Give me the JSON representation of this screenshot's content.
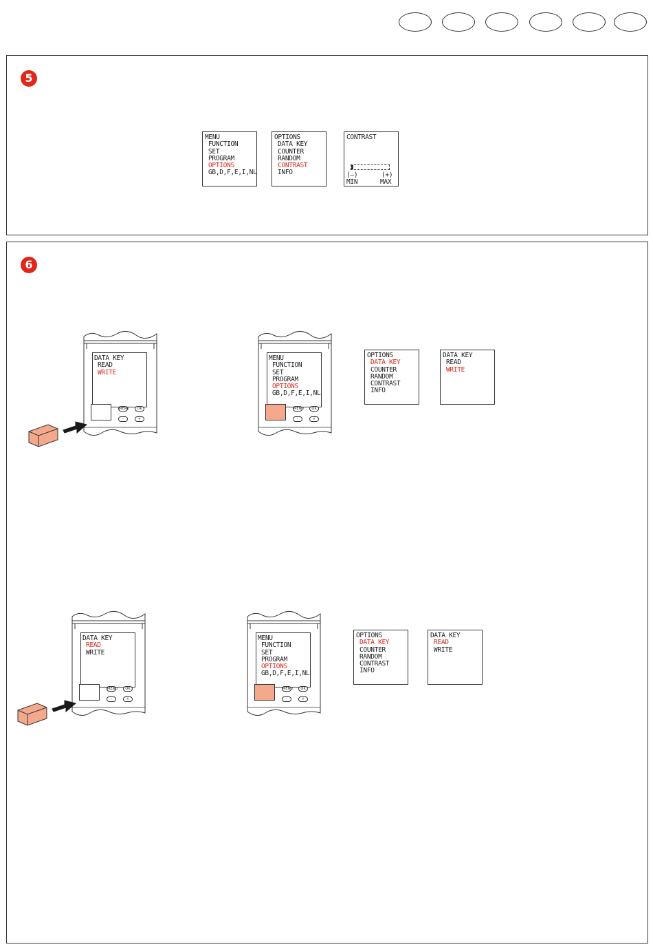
{
  "header": {
    "language_tabs": [
      "",
      "",
      "",
      "",
      "",
      ""
    ]
  },
  "step5": {
    "badge": "5",
    "screens": {
      "menu": {
        "title": "MENU",
        "items": [
          "FUNCTION",
          "SET",
          "PROGRAM",
          "OPTIONS",
          "GB,D,F,E,I,NL"
        ],
        "selected": "OPTIONS"
      },
      "options": {
        "title": "OPTIONS",
        "items": [
          "DATA KEY",
          "COUNTER",
          "RANDOM",
          "CONTRAST",
          "INFO"
        ],
        "selected": "CONTRAST"
      },
      "contrast": {
        "title": "CONTRAST",
        "minus": "(–)",
        "plus": "(+)",
        "min_label": "MIN",
        "max_label": "MAX",
        "level": 0.05
      }
    }
  },
  "step6": {
    "badge": "6",
    "write_row": {
      "device_key": {
        "title": "DATA KEY",
        "items": [
          "READ",
          "WRITE"
        ],
        "selected": "WRITE"
      },
      "device_menu": {
        "title": "MENU",
        "items": [
          "FUNCTION",
          "SET",
          "PROGRAM",
          "OPTIONS",
          "GB,D,F,E,I,NL"
        ],
        "selected": "OPTIONS"
      },
      "options": {
        "title": "OPTIONS",
        "items": [
          "DATA KEY",
          "COUNTER",
          "RANDOM",
          "CONTRAST",
          "INFO"
        ],
        "selected": "DATA KEY"
      },
      "data_key": {
        "title": "DATA KEY",
        "items": [
          "READ",
          "WRITE"
        ],
        "selected": "WRITE"
      }
    },
    "read_row": {
      "device_key": {
        "title": "DATA KEY",
        "items": [
          "READ",
          "WRITE"
        ],
        "selected": "READ"
      },
      "device_menu": {
        "title": "MENU",
        "items": [
          "FUNCTION",
          "SET",
          "PROGRAM",
          "OPTIONS",
          "GB,D,F,E,I,NL"
        ],
        "selected": "OPTIONS"
      },
      "options": {
        "title": "OPTIONS",
        "items": [
          "DATA KEY",
          "COUNTER",
          "RANDOM",
          "CONTRAST",
          "INFO"
        ],
        "selected": "DATA KEY"
      },
      "data_key": {
        "title": "DATA KEY",
        "items": [
          "READ",
          "WRITE"
        ],
        "selected": "READ"
      }
    },
    "device_buttons": {
      "menu": "MENU",
      "ok": "OK",
      "minus": "–",
      "plus": "+"
    },
    "colors": {
      "accent": "#e1261c",
      "key_fill": "#f4a88c"
    }
  }
}
